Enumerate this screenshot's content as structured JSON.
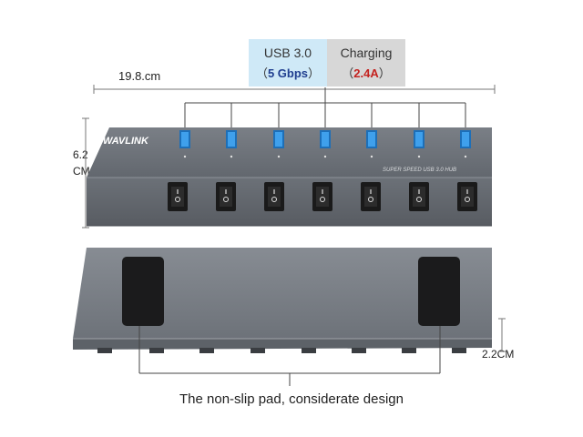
{
  "badge": {
    "usb_label": "USB 3.0",
    "usb_open": "（",
    "usb_speed": "5 Gbps",
    "usb_close": "）",
    "charge_label": "Charging",
    "charge_open": "（",
    "charge_value": "2.4A",
    "charge_close": "）"
  },
  "dimensions": {
    "width": "19.8.cm",
    "height_value": "6.2",
    "height_unit": "CM",
    "depth": "2.2CM"
  },
  "product": {
    "brand": "WAVLINK",
    "model_text": "SUPER SPEED USB 3.0 HUB",
    "port_count": 7,
    "switch_count": 7,
    "body_color": "#6f747b",
    "port_color": "#2f8fd8"
  },
  "caption": "The non-slip pad, considerate design"
}
